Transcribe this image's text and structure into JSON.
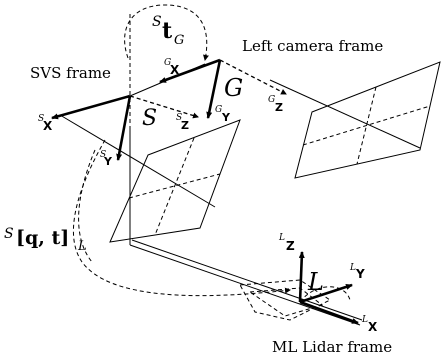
{
  "labels": {
    "svs_frame": "SVS frame",
    "left_camera_frame": "Left camera frame",
    "ml_lidar_frame": "ML Lidar frame"
  },
  "transforms": {
    "translation_sup": "S",
    "translation_symbol": "t",
    "translation_sub": "G",
    "pose_sup": "S",
    "pose_body": "[q, t]",
    "pose_sub": "L"
  },
  "frames": {
    "svs": {
      "symbol": "S",
      "x_axis": "X",
      "y_axis": "Y",
      "z_axis": "Z",
      "axis_sup": "S"
    },
    "camera": {
      "symbol": "G",
      "x_axis": "X",
      "y_axis": "Y",
      "z_axis": "Z",
      "axis_sup": "G"
    },
    "lidar": {
      "symbol": "L",
      "x_axis": "X",
      "y_axis": "Y",
      "z_axis": "Z",
      "axis_sup": "L"
    }
  }
}
